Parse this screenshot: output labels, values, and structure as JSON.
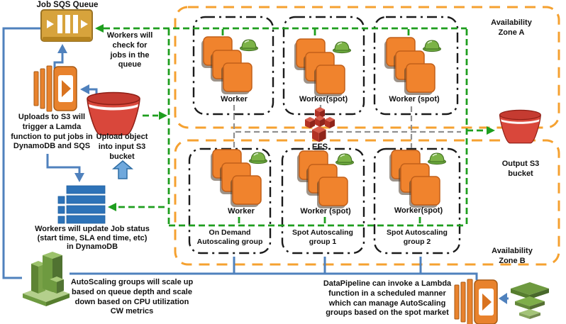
{
  "diagram": {
    "titles": {
      "sqs": "Job SQS Queue",
      "efs": "EFS",
      "output_s3": "Output S3\nbucket"
    },
    "zones": {
      "a": "Availability Zone A",
      "b": "Availability Zone B"
    },
    "notes": {
      "workers_check": "Workers will\ncheck for\njobs in the\nqueue",
      "lambda_trigger": "Uploads to S3 will\ntrigger a Lamda\nfunction to put jobs in\nDynamoDB and SQS",
      "upload_object": "Upload object\ninto input S3\nbucket",
      "dynamo_update": "Workers will update Job status\n(start time, SLA end time, etc)\nin DynamoDB",
      "autoscale_note": "AutoScaling groups will scale up\nbased on queue depth and scale\ndown based on CPU utilization\nCW metrics",
      "datapipeline_note": "DataPipeline can invoke a Lambda\nfunction in a scheduled manner\nwhich can manage AutoScaling\ngroups based on the spot market"
    },
    "workers": {
      "a1": "Worker",
      "a2": "Worker(spot)",
      "a3": "Worker (spot)",
      "b1": "Worker",
      "b2": "Worker (spot)",
      "b3": "Worker(spot)"
    },
    "groups": {
      "b1": "On Demand\nAutoscaling group",
      "b2": "Spot Autoscaling\ngroup 1",
      "b3": "Spot Autoscaling\ngroup 2"
    },
    "colors": {
      "aws_orange": "#E8822D",
      "sqs_gold": "#D7A33C",
      "s3_red": "#D9473B",
      "efs_red": "#C13B2E",
      "dynamo_blue": "#2E73B8",
      "icon_green": "#6E9A40",
      "flow_blue": "#4F81BD",
      "flow_green": "#1E9E1E",
      "az_orange": "#F5A130",
      "flow_gray": "#909090",
      "box_black": "#1A1A1A"
    }
  }
}
